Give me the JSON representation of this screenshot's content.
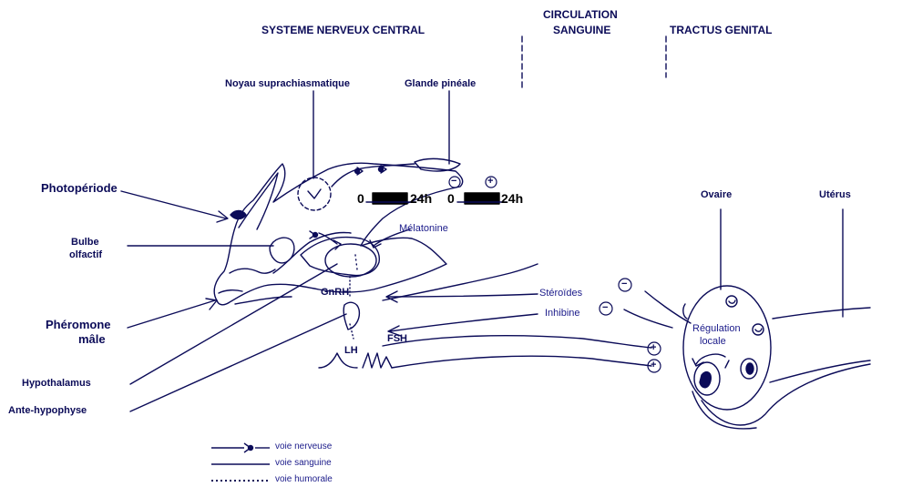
{
  "headers": {
    "snc": "SYSTEME NERVEUX CENTRAL",
    "circulation_line1": "CIRCULATION",
    "circulation_line2": "SANGUINE",
    "tractus": "TRACTUS GENITAL"
  },
  "labels": {
    "noyau": "Noyau suprachiasmatique",
    "glande": "Glande pinéale",
    "photoperiode": "Photopériode",
    "bulbe_line1": "Bulbe",
    "bulbe_line2": "olfactif",
    "pheromone_line1": "Phéromone",
    "pheromone_line2": "mâle",
    "hypothalamus": "Hypothalamus",
    "ante_hypophyse": "Ante-hypophyse",
    "melatonine": "Mélatonine",
    "gnrh": "GnRH",
    "fsh": "FSH",
    "lh": "LH",
    "steroides": "Stéroïdes",
    "inhibine": "Inhibine",
    "regulation_line1": "Régulation",
    "regulation_line2": "locale",
    "ovaire": "Ovaire",
    "uterus": "Utérus",
    "hour_a": "24h",
    "hour_b": "24h",
    "zero_a": "0",
    "zero_b": "0"
  },
  "signs": {
    "minus": "−",
    "plus": "+"
  },
  "legend": {
    "nerveuse": "voie nerveuse",
    "sanguine": "voie sanguine",
    "humorale": "voie humorale"
  }
}
